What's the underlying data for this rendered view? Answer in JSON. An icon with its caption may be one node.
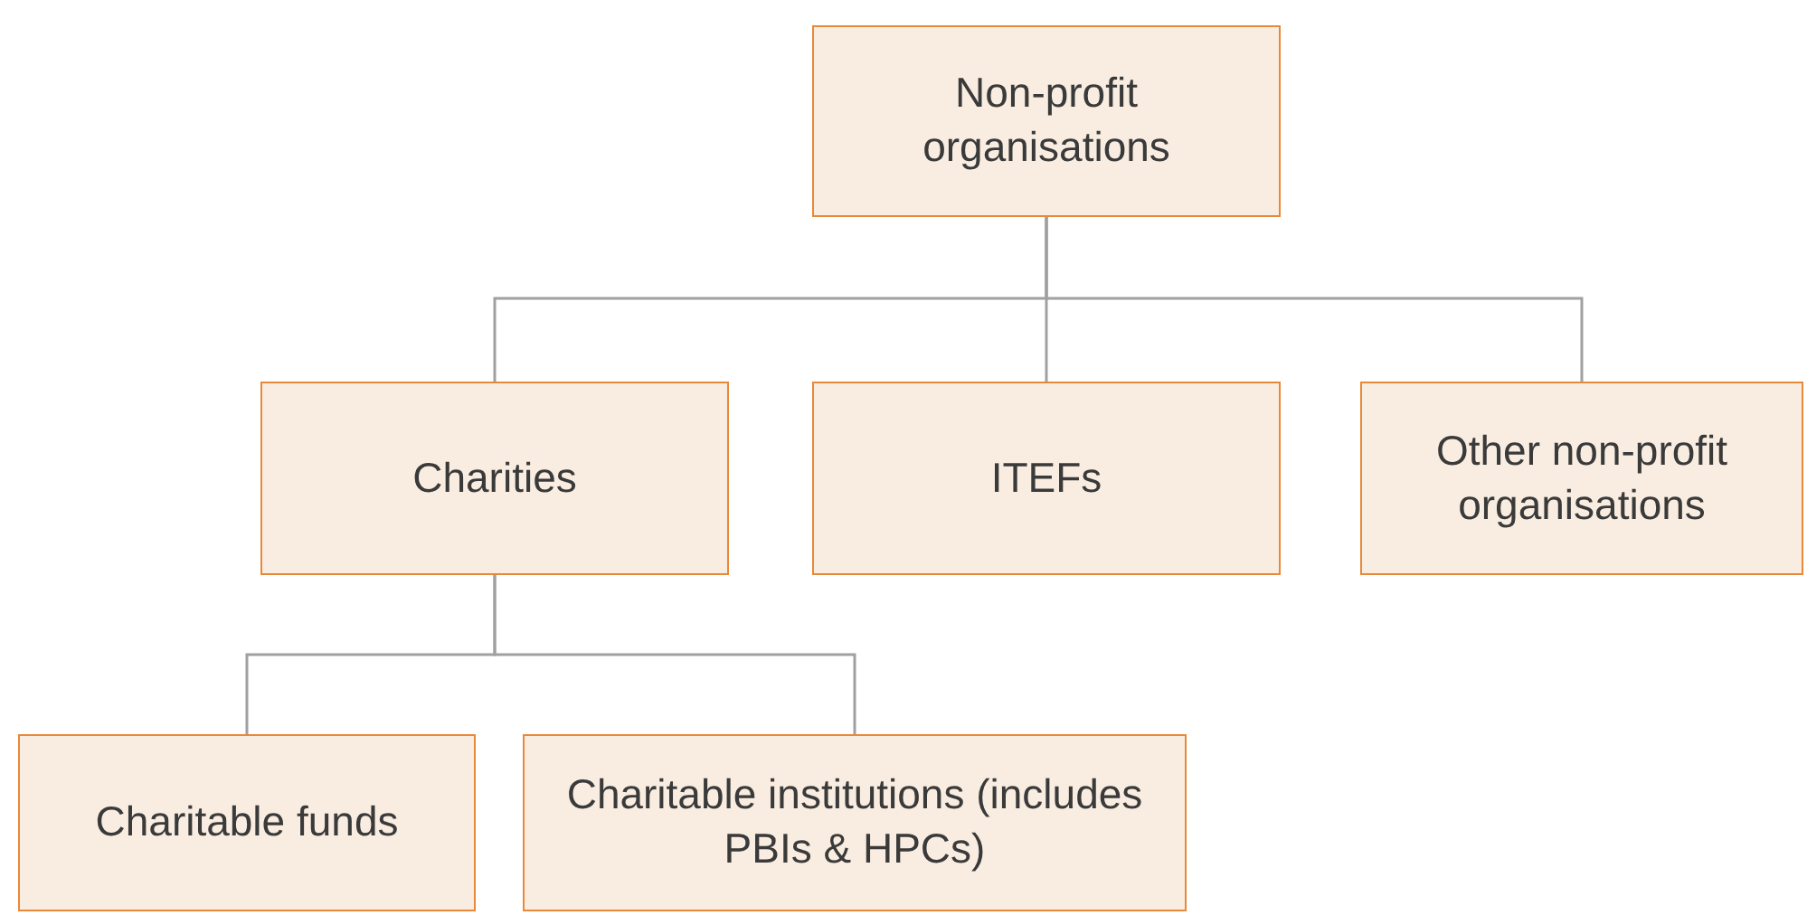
{
  "diagram": {
    "nodes": [
      {
        "text": [
          "Non-profit organisations"
        ]
      },
      {
        "text": [
          "Charities"
        ]
      },
      {
        "text": [
          "ITEFs"
        ]
      },
      {
        "text": [
          "Other non-profit organisations"
        ]
      },
      {
        "text": [
          "Charitable funds"
        ]
      },
      {
        "text": [
          "Charitable institutions (includes PBIs & HPCs)"
        ]
      }
    ],
    "edges": [
      {
        "from": 0,
        "to": 1,
        "arrow": "none"
      },
      {
        "from": 0,
        "to": 2,
        "arrow": "none"
      },
      {
        "from": 0,
        "to": 3,
        "arrow": "none"
      },
      {
        "from": 1,
        "to": 4,
        "arrow": "none"
      },
      {
        "from": 1,
        "to": 5,
        "arrow": "none"
      }
    ]
  }
}
